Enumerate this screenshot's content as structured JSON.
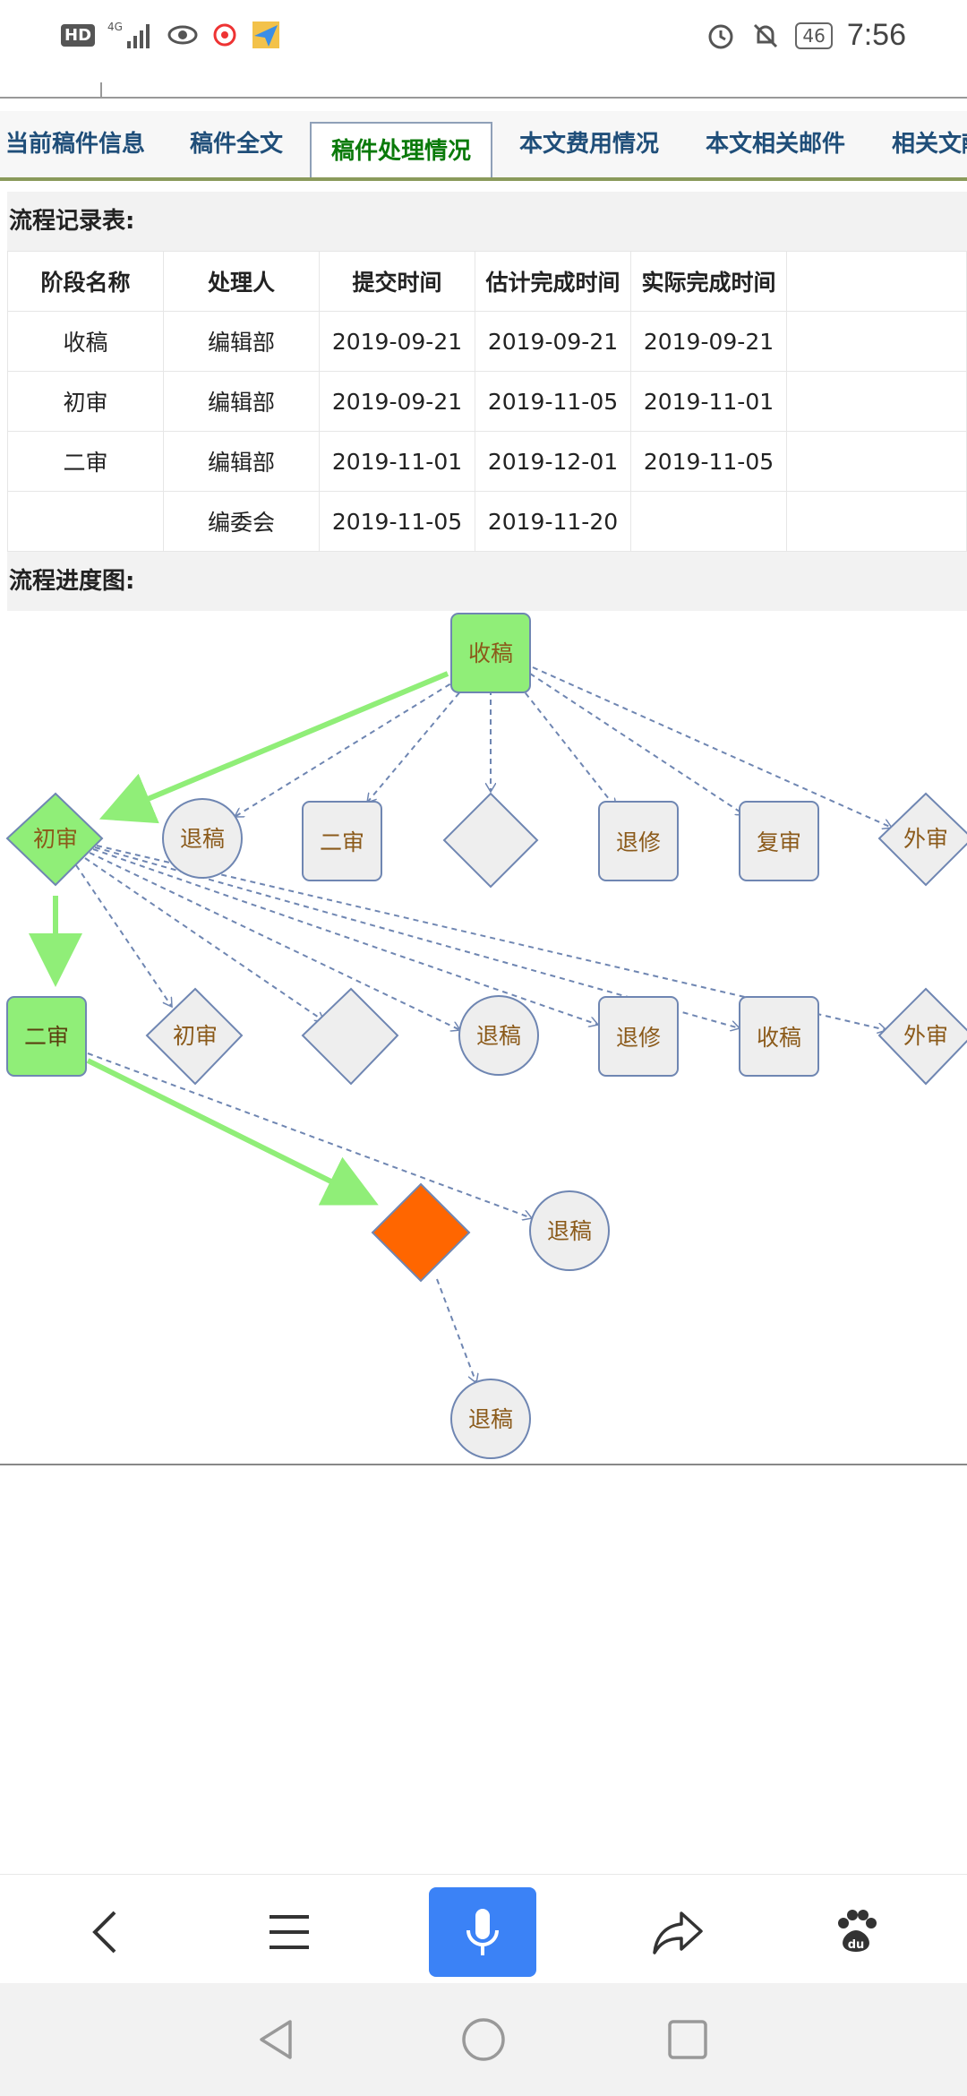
{
  "status_bar": {
    "time": "7:56",
    "battery": "46",
    "network": "4G",
    "hd": "HD"
  },
  "tabs": [
    {
      "label": "当前稿件信息",
      "active": false
    },
    {
      "label": "稿件全文",
      "active": false
    },
    {
      "label": "稿件处理情况",
      "active": true
    },
    {
      "label": "本文费用情况",
      "active": false
    },
    {
      "label": "本文相关邮件",
      "active": false
    },
    {
      "label": "相关文献",
      "active": false
    }
  ],
  "record_section": {
    "title": "流程记录表:",
    "headers": [
      "阶段名称",
      "处理人",
      "提交时间",
      "估计完成时间",
      "实际完成时间",
      ""
    ],
    "rows": [
      [
        "收稿",
        "编辑部",
        "2019-09-21",
        "2019-09-21",
        "2019-09-21",
        ""
      ],
      [
        "初审",
        "编辑部",
        "2019-09-21",
        "2019-11-05",
        "2019-11-01",
        ""
      ],
      [
        "二审",
        "编辑部",
        "2019-11-01",
        "2019-12-01",
        "2019-11-05",
        ""
      ],
      [
        "",
        "编委会",
        "2019-11-05",
        "2019-11-20",
        "",
        ""
      ]
    ]
  },
  "progress_section": {
    "title": "流程进度图:",
    "nodes": {
      "top_receive": "收稿",
      "r1_first": "初审",
      "r1_return": "退稿",
      "r1_second": "二审",
      "r1_revise": "退修",
      "r1_rereview": "复审",
      "r1_external": "外审",
      "r2_second": "二审",
      "r2_first": "初审",
      "r2_return": "退稿",
      "r2_revise": "退修",
      "r2_receive": "收稿",
      "r2_external": "外审",
      "r3_return": "退稿",
      "r4_return": "退稿"
    },
    "colors": {
      "done": "#90ee78",
      "current": "#ff6600",
      "pending": "#eeeeee",
      "pending_stroke": "#6f86b2",
      "done_arrow": "#90ee78",
      "option_arrow": "#6f86b2"
    }
  },
  "toolbar": {
    "back": "back-icon",
    "menu": "menu-icon",
    "mic": "microphone-icon",
    "share": "share-icon",
    "baidu": "baidu-paw-icon"
  }
}
